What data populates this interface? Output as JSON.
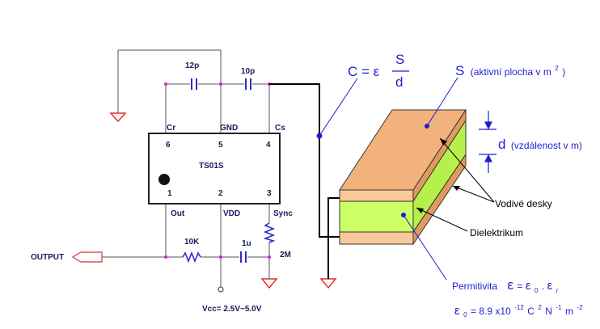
{
  "circuit": {
    "chip_name": "TS01S",
    "pins": {
      "cr": "Cr",
      "gnd": "GND",
      "cs": "Cs",
      "p6": "6",
      "p5": "5",
      "p4": "4",
      "p1": "1",
      "p2": "2",
      "p3": "3",
      "out": "Out",
      "vdd": "VDD",
      "sync": "Sync"
    },
    "components": {
      "c12p": "12p",
      "c10p": "10p",
      "r10k": "10K",
      "c1u": "1u",
      "r2m": "2M"
    },
    "output_label": "OUTPUT",
    "vcc_label": "Vcc= 2.5V~5.0V"
  },
  "capacitor": {
    "formula": {
      "lhs": "C = ε",
      "num": "S",
      "den": "d"
    },
    "area": {
      "S": "S",
      "text": "(aktivní plocha v m",
      "sup": "2",
      "close": ")"
    },
    "distance": {
      "d": "d",
      "text": "(vzdálenost v m)"
    },
    "plates_label": "Vodivé desky",
    "dielectric_label": "Dielektrikum",
    "permittivity": {
      "word": "Permitivita",
      "eps": "ε",
      "eq": " = ",
      "eps0": "ε",
      "sub0": "0",
      "dot": " . ",
      "epsr": "ε",
      "subr": "r"
    },
    "constant": {
      "eps": "ε",
      "sub": "0",
      "t1": "= 8.9 x10",
      "s1": "-12",
      "t2": "C",
      "s2": "2",
      "t3": " N",
      "s3": "-1",
      "t4": "m",
      "s4": "-2"
    },
    "colors": {
      "plate_top": "#f2b27b",
      "plate_side": "#e09a5e",
      "plate_front": "#f8c898",
      "dielectric_front": "#ccff66",
      "dielectric_side": "#b6f04a",
      "wire": "#000000",
      "callout": "#1f1fd0",
      "ground": "#e23030",
      "node": "#d11fd1"
    }
  }
}
